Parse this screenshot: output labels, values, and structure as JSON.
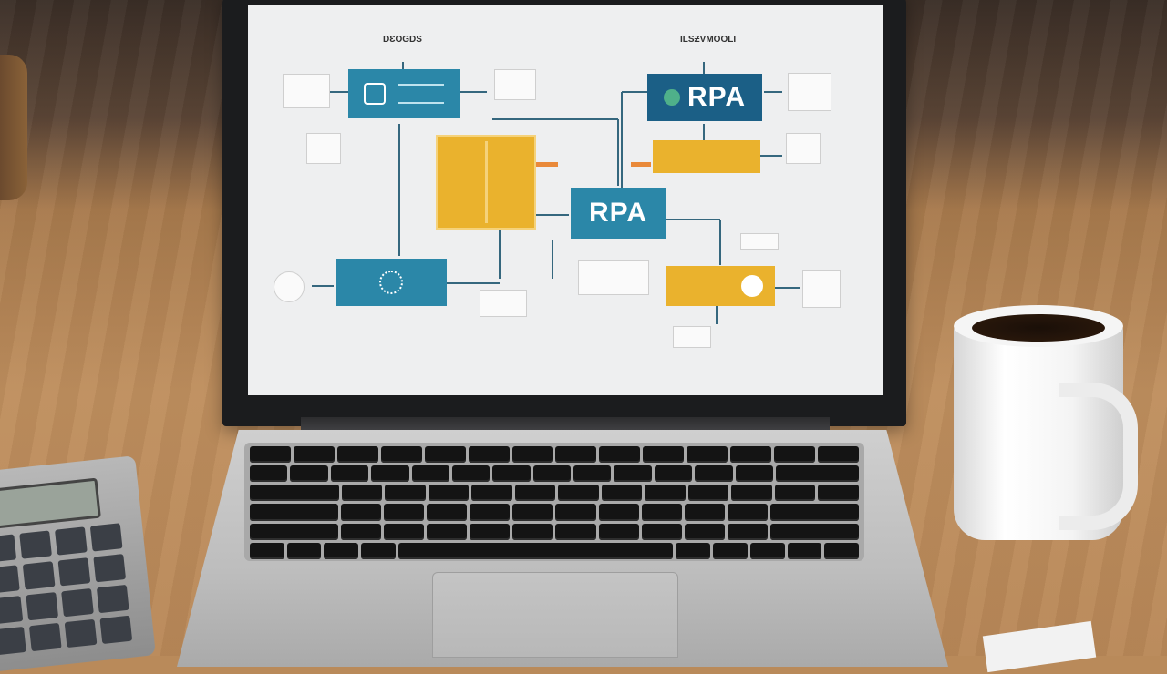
{
  "scene": {
    "description_objects": [
      "laptop",
      "calculator",
      "coffee-mug",
      "wooden-desk"
    ]
  },
  "diagram": {
    "header_left": "DƐOGDS",
    "header_right": "ILSƵVMOOLI",
    "rpa_top_label": "RPA",
    "rpa_center_label": "RPA",
    "colors": {
      "teal": "#2b87a8",
      "navy": "#1b5f86",
      "yellow": "#eab22d",
      "background": "#eeeff0"
    }
  }
}
